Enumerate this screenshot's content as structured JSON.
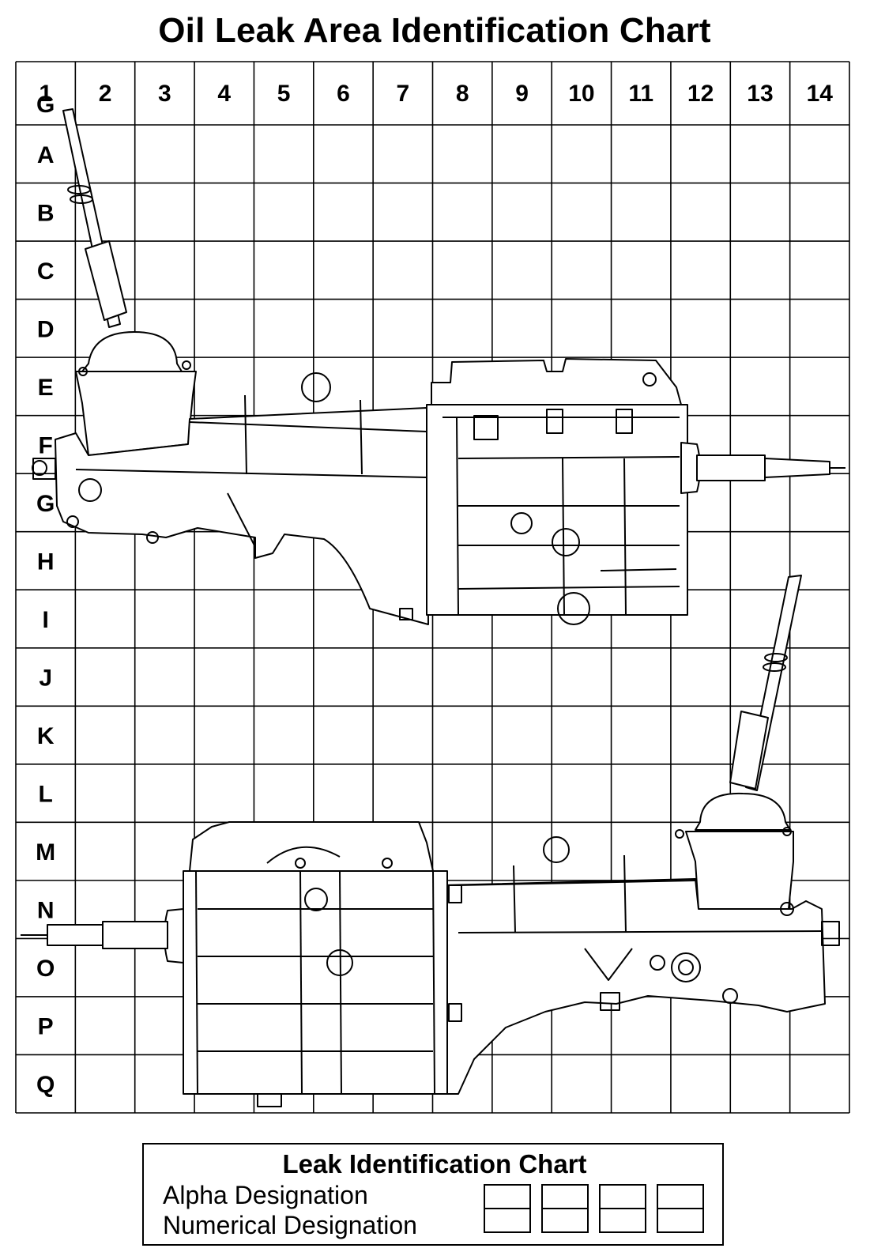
{
  "title": "Oil Leak Area Identification Chart",
  "grid": {
    "columns": [
      "1",
      "2",
      "3",
      "4",
      "5",
      "6",
      "7",
      "8",
      "9",
      "10",
      "11",
      "12",
      "13",
      "14"
    ],
    "rows": [
      "G",
      "A",
      "B",
      "C",
      "D",
      "E",
      "F",
      "G",
      "H",
      "I",
      "J",
      "K",
      "L",
      "M",
      "N",
      "O",
      "P",
      "Q"
    ]
  },
  "diagram": {
    "upper_view": "transmission-side-view-shifter-left",
    "lower_view": "transmission-side-view-shifter-right"
  },
  "legend": {
    "title": "Leak Identification Chart",
    "alpha_label": "Alpha Designation",
    "numerical_label": "Numerical Designation",
    "box_count": 4
  }
}
